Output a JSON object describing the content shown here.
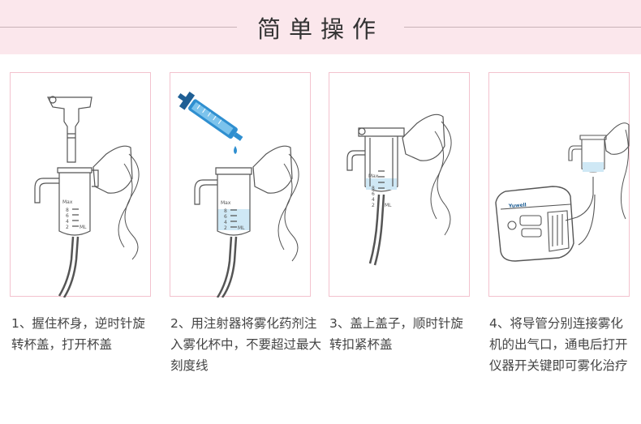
{
  "header": {
    "title": "简单操作"
  },
  "steps": [
    {
      "caption": "1、握住杯身，逆时针旋转杯盖，打开杯盖"
    },
    {
      "caption": "2、用注射器将雾化药剂注入雾化杯中，不要超过最大刻度线"
    },
    {
      "caption": "3、盖上盖子，顺时针旋转扣紧杯盖"
    },
    {
      "caption": "4、将导管分别连接雾化机的出气口，通电后打开仪器开关键即可雾化治疗"
    }
  ],
  "scale": {
    "max": "Max",
    "marks": [
      "8",
      "6",
      "4",
      "2"
    ],
    "unit": "ML"
  },
  "device": {
    "brand": "Yuwell"
  },
  "colors": {
    "header_bg": "#fbe7ec",
    "card_border": "#f3c2ce",
    "liquid": "#cfe8f5",
    "syringe_blue": "#2f8fd0",
    "line": "#555555"
  }
}
